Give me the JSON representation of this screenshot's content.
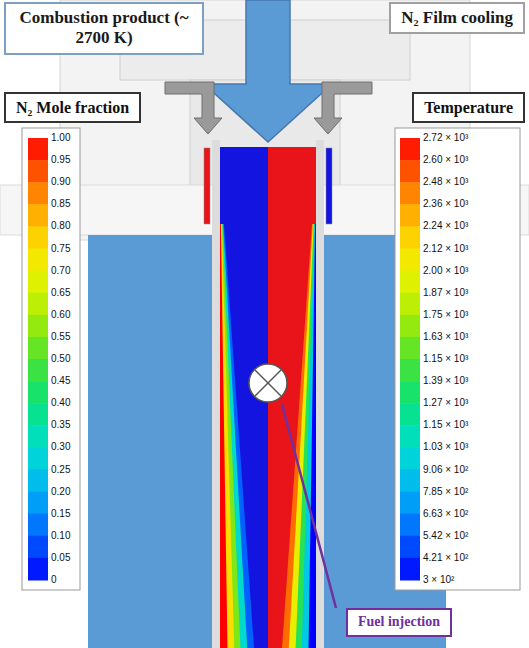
{
  "diagram": {
    "nodes": [
      {
        "text": [
          "Combustion product (~ 2700 K)"
        ]
      },
      {
        "text": [
          "N₂ Film cooling"
        ]
      },
      {
        "text": [
          "N₂ Mole fraction"
        ]
      },
      {
        "text": [
          "Temperature"
        ]
      },
      {
        "text": [
          "Fuel injection"
        ]
      }
    ],
    "labels": [
      "1.00",
      "0.95",
      "0.90",
      "0.85",
      "0.80",
      "0.75",
      "0.70",
      "0.65",
      "0.60",
      "0.55",
      "0.50",
      "0.45",
      "0.40",
      "0.35",
      "0.30",
      "0.25",
      "0.20",
      "0.15",
      "0.10",
      "0.05",
      "0",
      "2.72 × 10³",
      "2.60 × 10³",
      "2.48 × 10³",
      "2.36 × 10³",
      "2.24 × 10³",
      "2.12 × 10³",
      "2.00 × 10³",
      "1.87 × 10³",
      "1.75 × 10³",
      "1.63 × 10³",
      "1.15 × 10³",
      "1.39 × 10³",
      "1.27 × 10³",
      "1.15 × 10³",
      "1.03 × 10³",
      "9.06 × 10²",
      "7.85 × 10²",
      "6.63 × 10²",
      "5.42 × 10²",
      "4.21 × 10²",
      "3 × 10²"
    ]
  }
}
